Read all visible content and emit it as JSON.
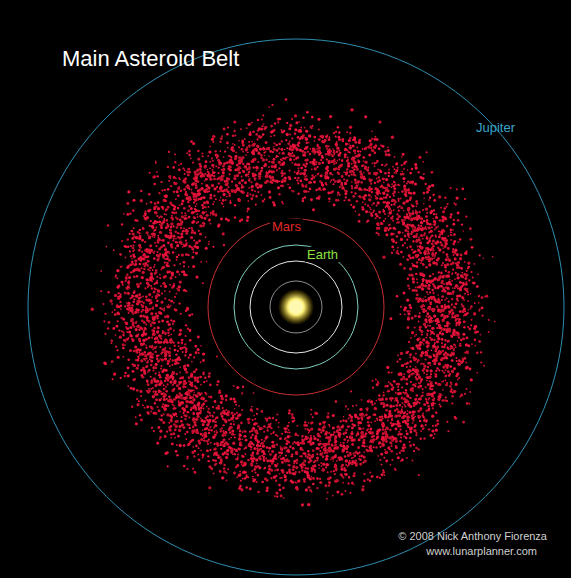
{
  "diagram": {
    "title": "Main Asteroid Belt",
    "labels": [
      "Jupiter",
      "Mars",
      "Earth",
      "© 2008 Nick Anthony Fiorenza",
      "www.lunarplanner.com"
    ]
  }
}
